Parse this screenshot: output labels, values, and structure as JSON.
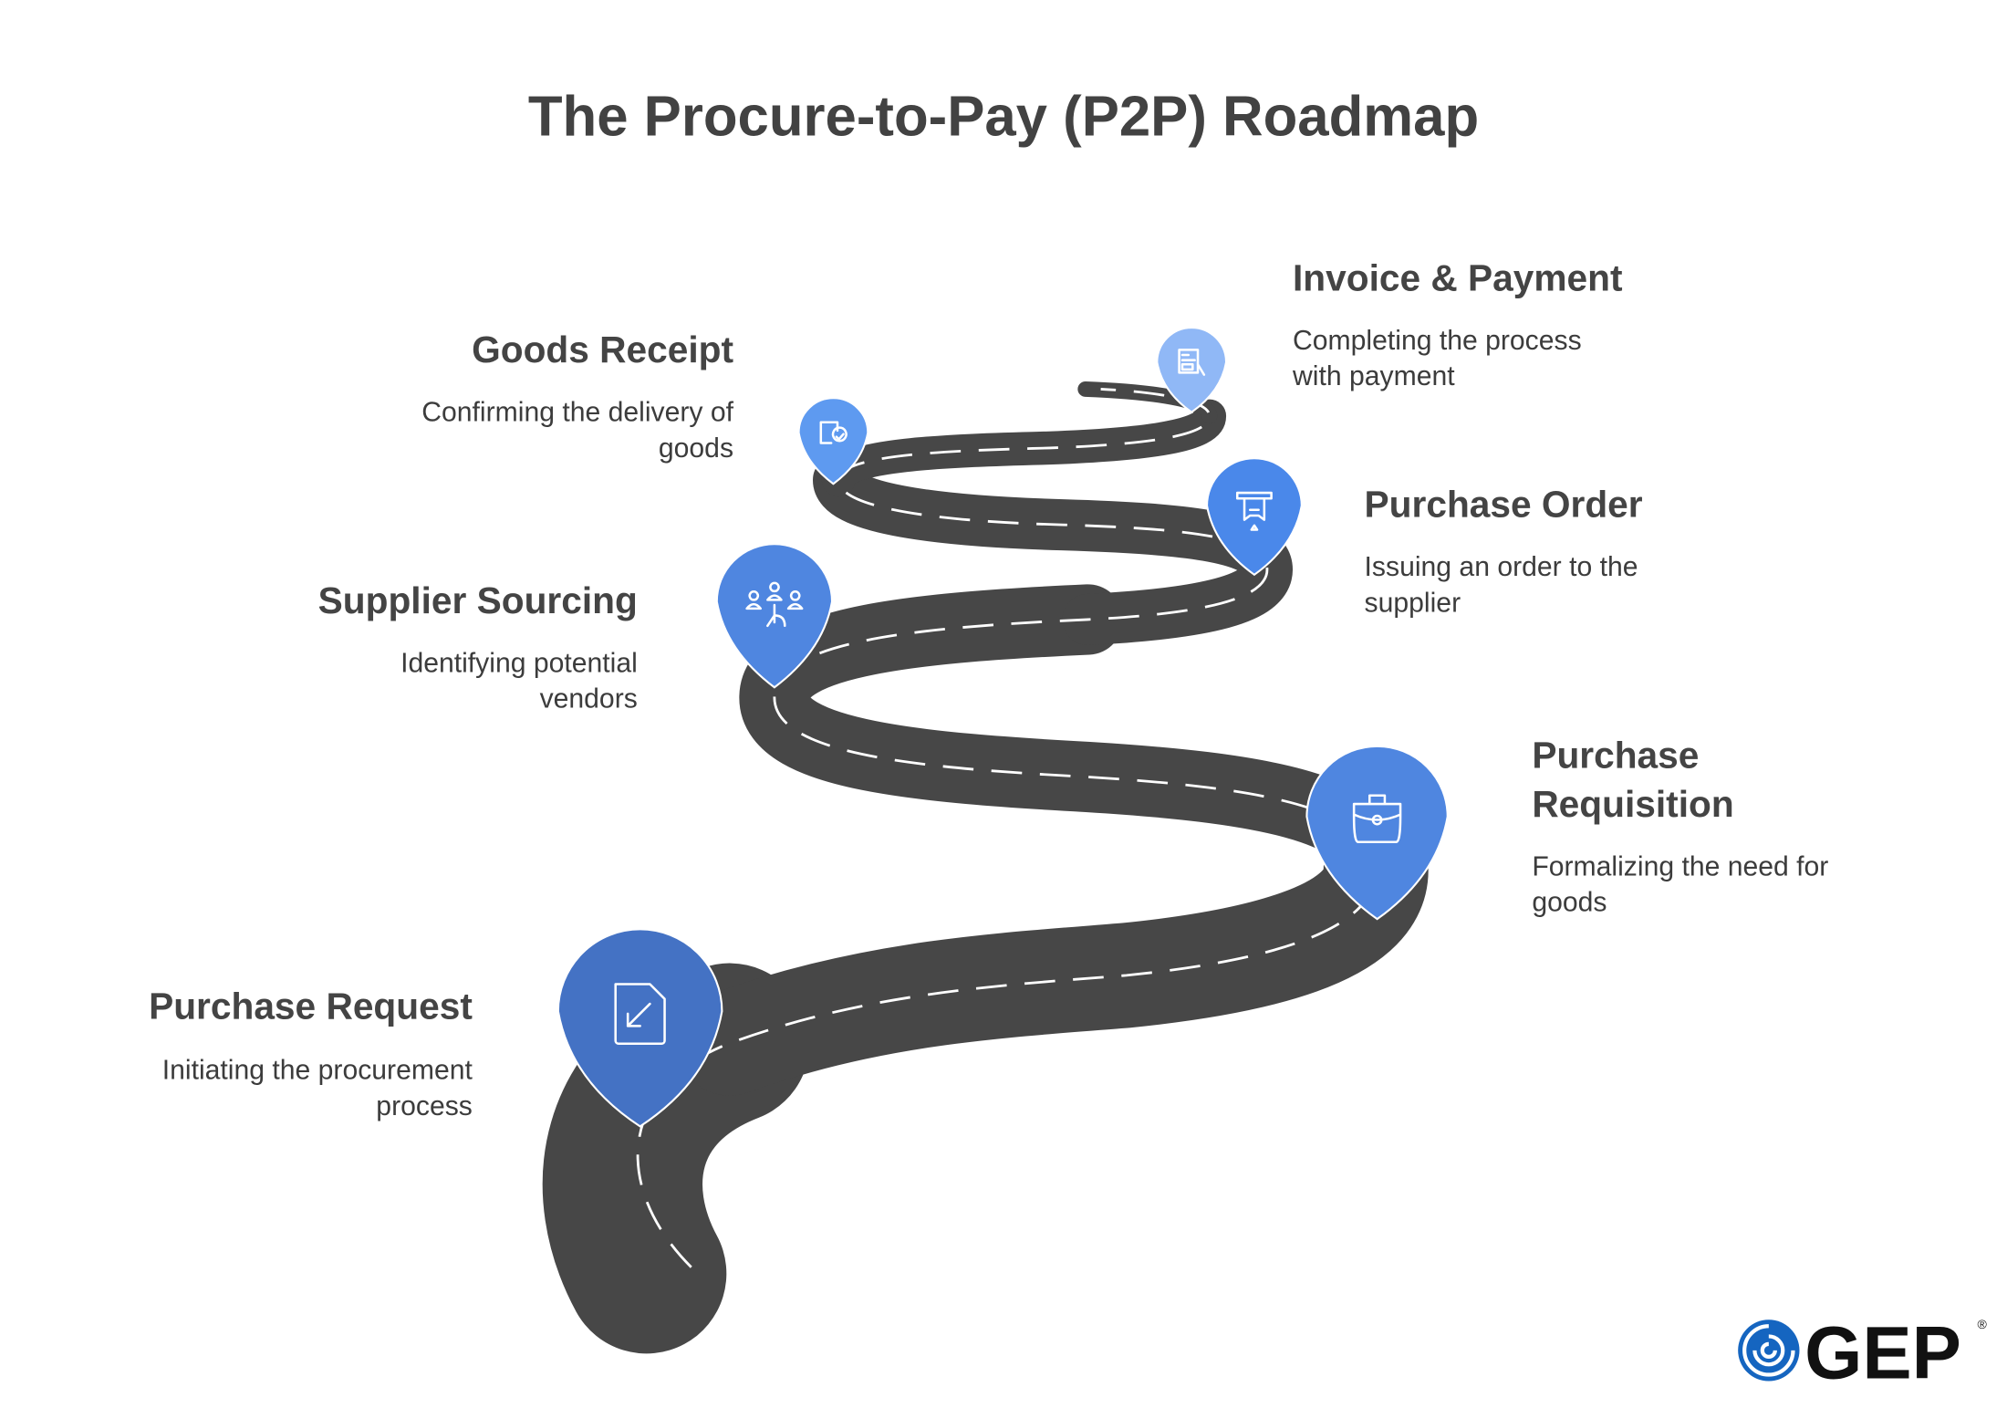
{
  "title": "The Procure-to-Pay (P2P) Roadmap",
  "steps": [
    {
      "heading": "Purchase Request",
      "desc": [
        "Initiating the procurement",
        "process"
      ],
      "icon": "document-arrow-icon",
      "color": "#4472C4"
    },
    {
      "heading": [
        "Purchase",
        "Requisition"
      ],
      "desc": [
        "Formalizing the need for",
        "goods"
      ],
      "icon": "briefcase-icon",
      "color": "#4F86E0"
    },
    {
      "heading": "Supplier Sourcing",
      "desc": [
        "Identifying potential",
        "vendors"
      ],
      "icon": "people-pointer-icon",
      "color": "#4F86E0"
    },
    {
      "heading": "Purchase Order",
      "desc": [
        "Issuing an order to the",
        "supplier"
      ],
      "icon": "order-receipt-icon",
      "color": "#4A88EA"
    },
    {
      "heading": "Goods Receipt",
      "desc": [
        "Confirming the delivery of",
        "goods"
      ],
      "icon": "box-check-icon",
      "color": "#5E9AF0"
    },
    {
      "heading": "Invoice & Payment",
      "desc": [
        "Completing the process",
        "with payment"
      ],
      "icon": "invoice-hand-icon",
      "color": "#90B8F6"
    }
  ],
  "logo": {
    "text": "GEP",
    "mark": "®",
    "color": "#1565C0"
  }
}
